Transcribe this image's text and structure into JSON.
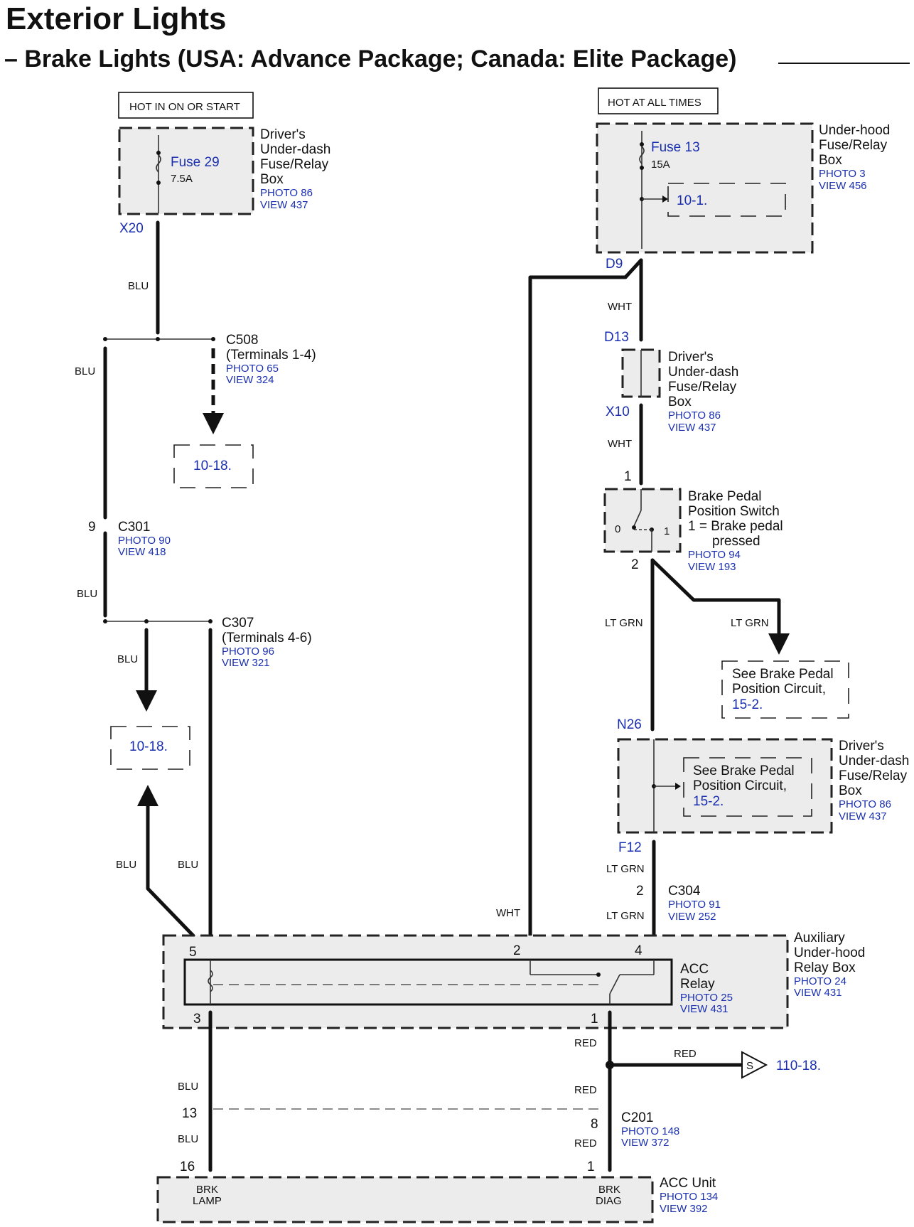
{
  "title": "Exterior Lights",
  "subtitle": "Brake Lights (USA: Advance Package; Canada: Elite Package)",
  "left_supply": {
    "label": "HOT IN ON OR START"
  },
  "right_supply": {
    "label": "HOT AT ALL TIMES"
  },
  "fuse29": {
    "name": "Fuse 29",
    "rating": "7.5A"
  },
  "fuse13": {
    "name": "Fuse 13",
    "rating": "15A"
  },
  "ud_box_top": {
    "l1": "Driver's",
    "l2": "Under-dash",
    "l3": "Fuse/Relay",
    "l4": "Box",
    "photo": "PHOTO 86",
    "view": "VIEW 437"
  },
  "uh_box": {
    "l1": "Under-hood",
    "l2": "Fuse/Relay",
    "l3": "Box",
    "photo": "PHOTO 3",
    "view": "VIEW 456",
    "ref": "10-1."
  },
  "ud_box_mid": {
    "l1": "Driver's",
    "l2": "Under-dash",
    "l3": "Fuse/Relay",
    "l4": "Box",
    "photo": "PHOTO 86",
    "view": "VIEW 437"
  },
  "ud_box_low": {
    "l1": "Driver's",
    "l2": "Under-dash",
    "l3": "Fuse/Relay",
    "l4": "Box",
    "photo": "PHOTO 86",
    "view": "VIEW 437"
  },
  "pins": {
    "x20": "X20",
    "d9": "D9",
    "d13": "D13",
    "x10": "X10",
    "n26": "N26",
    "f12": "F12"
  },
  "c508": {
    "name": "C508",
    "terminals": "(Terminals 1-4)",
    "photo": "PHOTO 65",
    "view": "VIEW 324"
  },
  "c301": {
    "pin": "9",
    "name": "C301",
    "photo": "PHOTO 90",
    "view": "VIEW 418"
  },
  "c307": {
    "name": "C307",
    "terminals": "(Terminals 4-6)",
    "photo": "PHOTO 96",
    "view": "VIEW 321"
  },
  "c304": {
    "pin": "2",
    "name": "C304",
    "photo": "PHOTO 91",
    "view": "VIEW 252"
  },
  "c201": {
    "pin13": "13",
    "pin8": "8",
    "name": "C201",
    "photo": "PHOTO 148",
    "view": "VIEW 372"
  },
  "ref_1018_a": "10-18.",
  "ref_1018_b": "10-18.",
  "ref_11018": "110-18.",
  "splice_symbol": "S",
  "brake_switch": {
    "l1": "Brake Pedal",
    "l2": "Position Switch",
    "l3": "1 = Brake pedal",
    "l4": "pressed",
    "photo": "PHOTO 94",
    "view": "VIEW 193",
    "pin1": "1",
    "pin2": "2",
    "pos0": "0",
    "pos1": "1"
  },
  "see_bpp": {
    "l1": "See Brake Pedal",
    "l2": "Position Circuit,",
    "ref": "15-2."
  },
  "see_bpp_inner": {
    "l1": "See Brake Pedal",
    "l2": "Position Circuit,",
    "ref": "15-2."
  },
  "acc_relay": {
    "l1": "ACC",
    "l2": "Relay",
    "photo": "PHOTO 25",
    "view": "VIEW 431",
    "pin5": "5",
    "pin2": "2",
    "pin4": "4",
    "pin3": "3",
    "pin1": "1"
  },
  "aux_box": {
    "l1": "Auxiliary",
    "l2": "Under-hood",
    "l3": "Relay Box",
    "photo": "PHOTO 24",
    "view": "VIEW 431"
  },
  "acc_unit": {
    "l1": "ACC Unit",
    "photo": "PHOTO 134",
    "view": "VIEW 392",
    "pin16": "16",
    "pin1": "1",
    "brk_lamp_1": "BRK",
    "brk_lamp_2": "LAMP",
    "brk_diag_1": "BRK",
    "brk_diag_2": "DIAG"
  },
  "wire_colors": {
    "blu": "BLU",
    "wht": "WHT",
    "ltgrn": "LT GRN",
    "red": "RED"
  },
  "colors": {
    "link_blue": "#1a2faf",
    "box_fill": "#ececec"
  }
}
